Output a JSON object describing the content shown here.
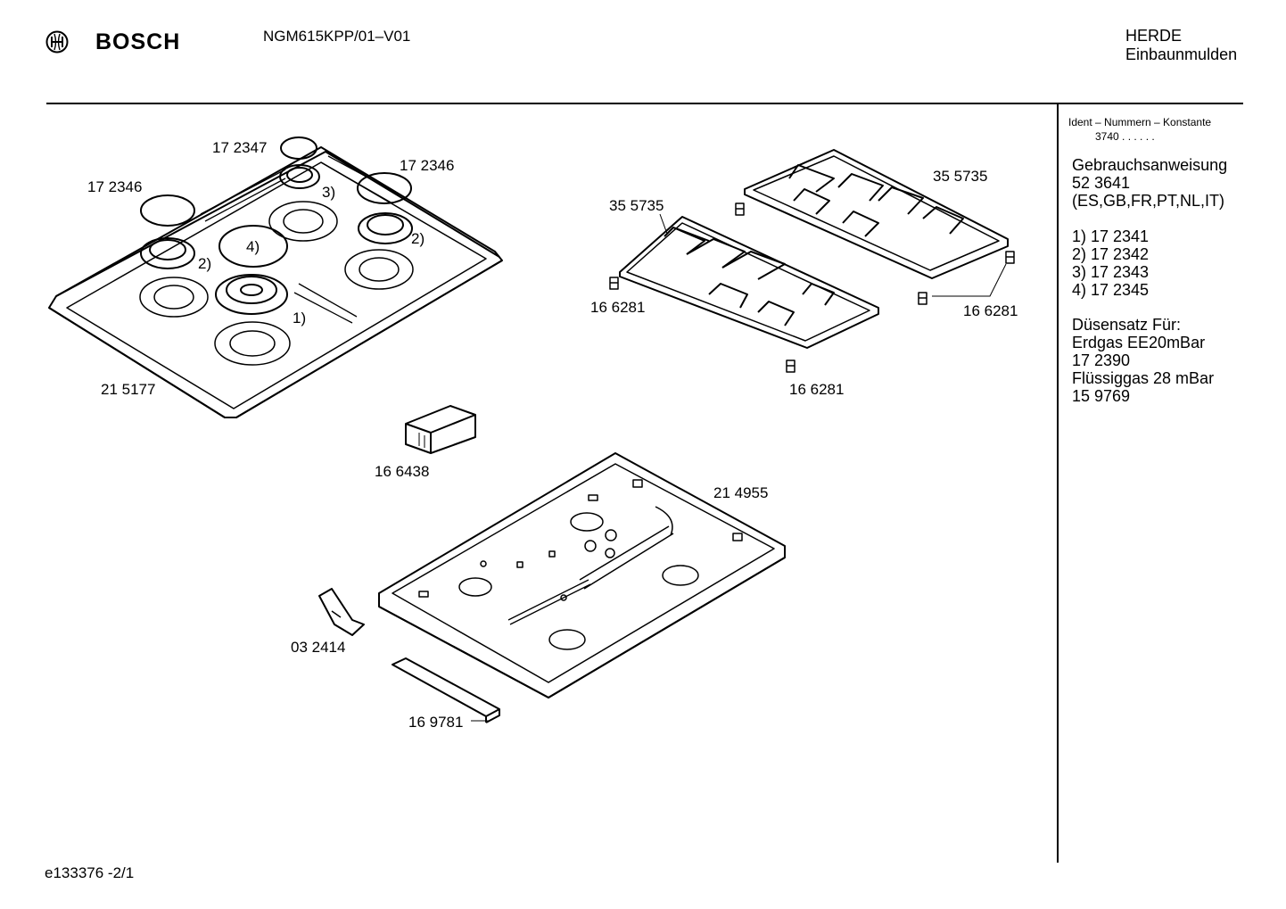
{
  "header": {
    "brand": "BOSCH",
    "model": "NGM615KPP/01–V01",
    "category": "HERDE",
    "subcategory": "Einbaunmulden"
  },
  "footer": {
    "doc_id": "e133376   -2/1"
  },
  "side_panel": {
    "ident_label": "Ident – Nummern – Konstante",
    "ident_value": "3740  .  .  .  .  .  .",
    "manual_title": "Gebrauchsanweisung",
    "manual_number": "52 3641",
    "manual_languages": "(ES,GB,FR,PT,NL,IT)",
    "burners": [
      "1)  17 2341",
      "2)  17 2342",
      "3)  17 2343",
      "4)  17 2345"
    ],
    "nozzle_title": "Düsensatz Für:",
    "nozzle_lines": [
      "Erdgas EE20mBar",
      "17 2390",
      "Flüssiggas 28 mBar",
      "15 9769"
    ]
  },
  "diagram_labels": {
    "cap_top": "17 2347",
    "cap_left": "17 2346",
    "cap_right": "17 2346",
    "marker_3": "3)",
    "marker_2_right": "2)",
    "marker_2_left": "2)",
    "marker_4": "4)",
    "marker_1": "1)",
    "hob_top": "21 5177",
    "grate_left": "35 5735",
    "grate_right": "35 5735",
    "foot_left": "16 6281",
    "foot_right": "16 6281",
    "foot_bottom": "16 6281",
    "box": "16 6438",
    "tray": "21 4955",
    "bracket": "03 2414",
    "strip": "16 9781"
  }
}
